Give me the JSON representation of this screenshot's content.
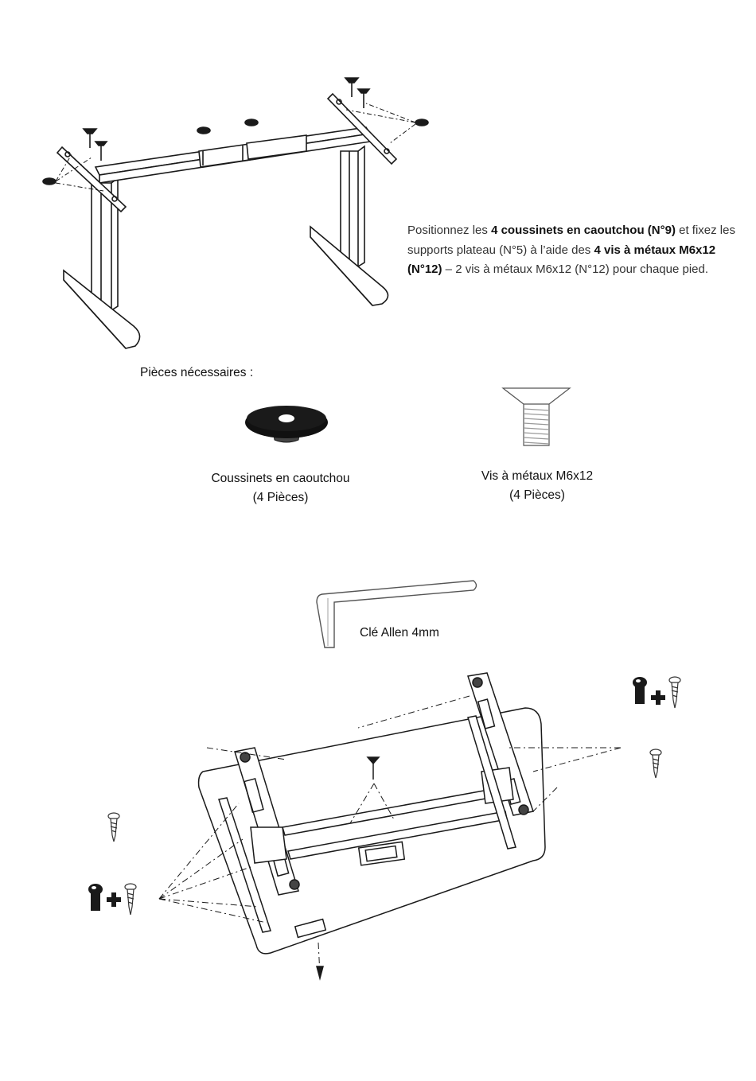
{
  "instruction": {
    "part1": "Positionnez les ",
    "bold1": "4 coussinets en caoutchou (N°9)",
    "part2": " et fixez les supports plateau (N°5) à l’aide des ",
    "bold2": "4 vis à métaux M6x12 (N°12)",
    "part3": " – 2 vis à métaux M6x12 (N°12) pour chaque pied."
  },
  "parts": {
    "title": "Pièces nécessaires :",
    "items": [
      {
        "name": "Coussinets en caoutchou",
        "qty": "(4 Pièces)",
        "icon": "rubber-pad-icon"
      },
      {
        "name": "Vis à métaux M6x12",
        "qty": "(4 Pièces)",
        "icon": "machine-screw-icon"
      }
    ],
    "tool": {
      "name": "Clé Allen 4mm",
      "icon": "allen-key-icon"
    }
  },
  "colors": {
    "ink": "#1a1a1a",
    "text": "#333333"
  }
}
